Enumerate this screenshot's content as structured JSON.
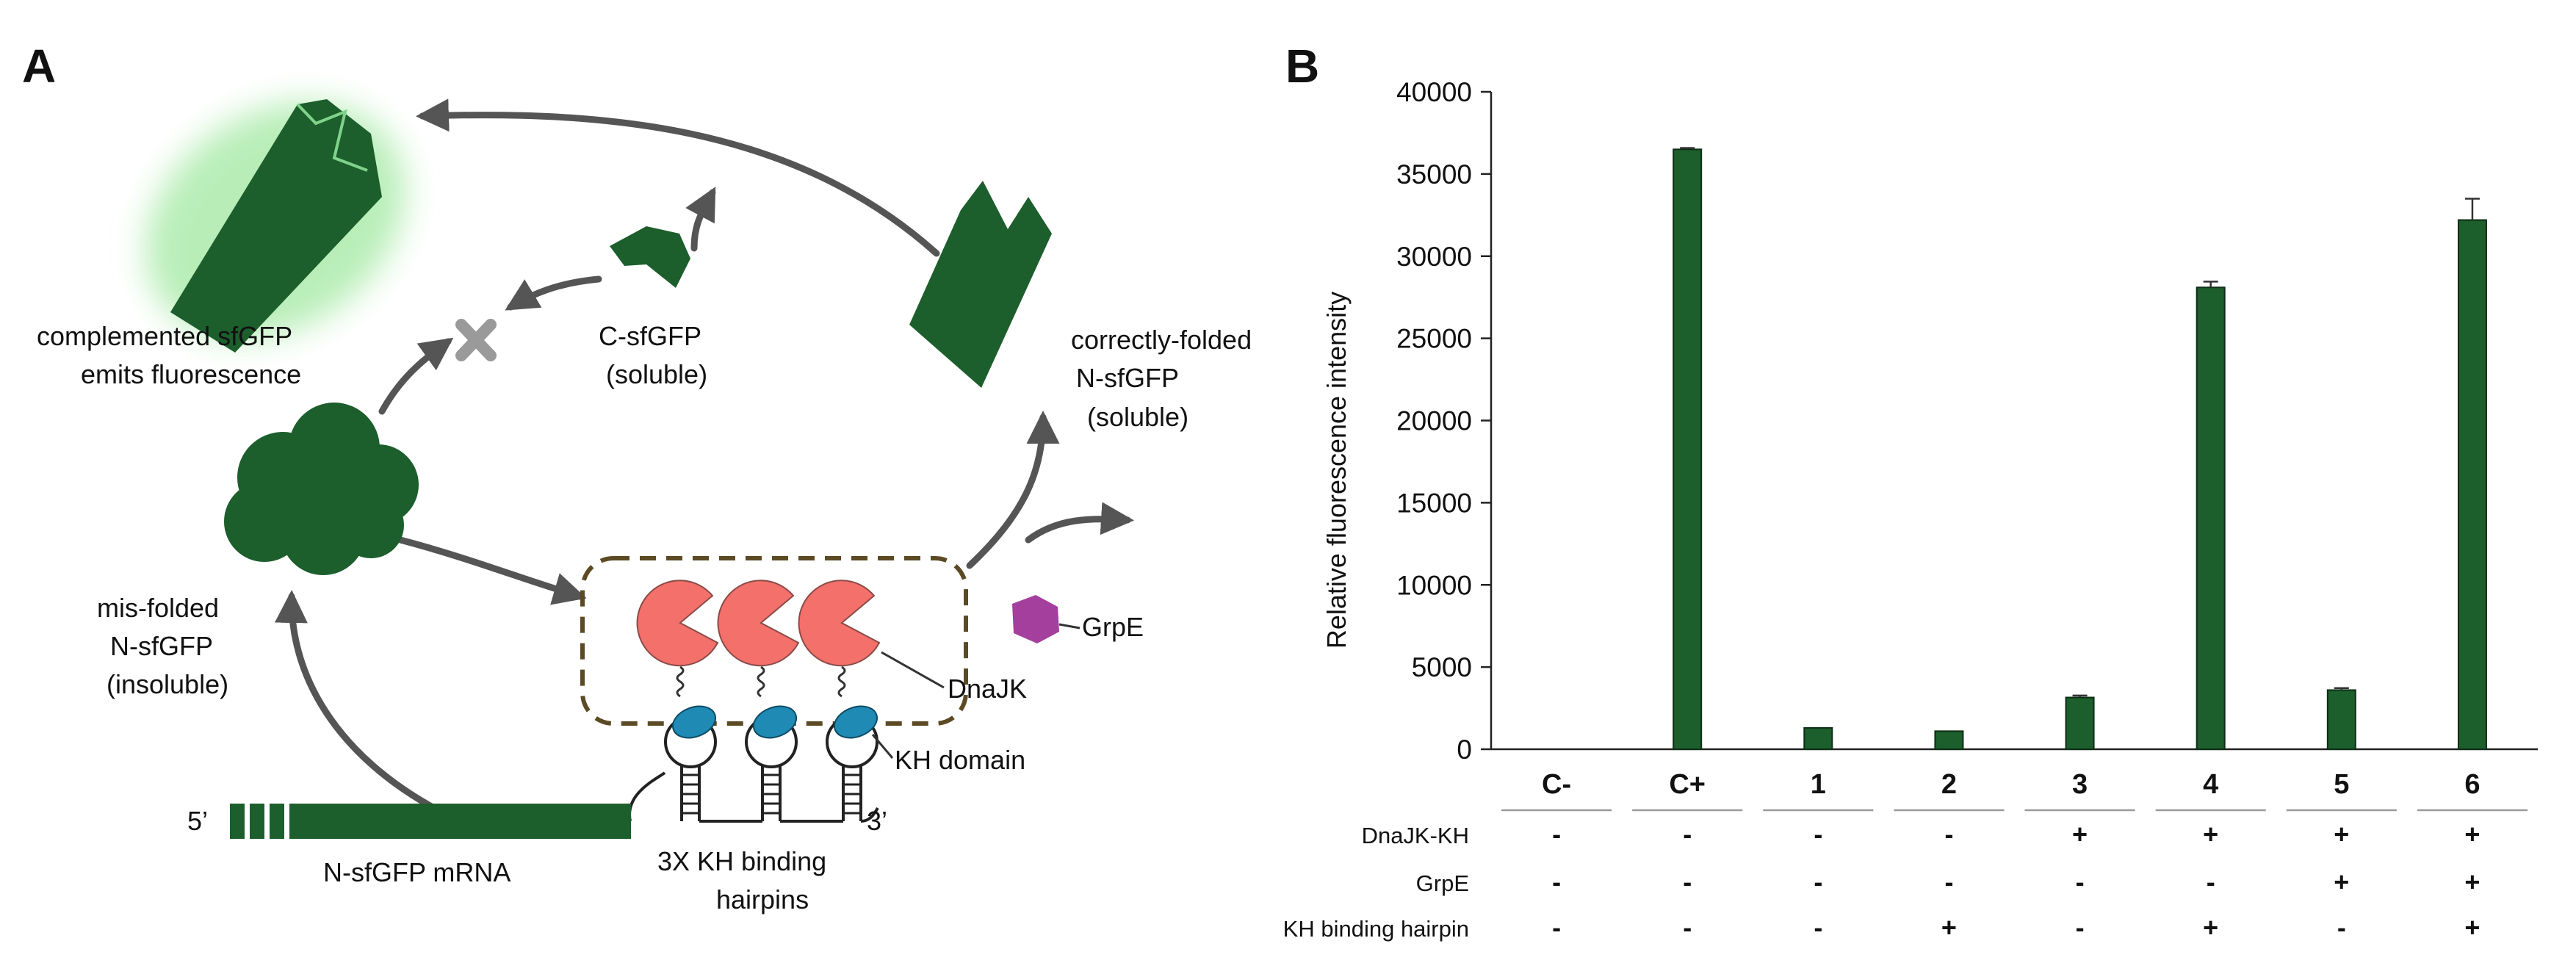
{
  "panel_a": {
    "label": "A",
    "complemented": [
      "complemented sfGFP",
      "emits fluorescence"
    ],
    "c_sfgfp": [
      "C-sfGFP",
      "(soluble)"
    ],
    "correct": [
      "correctly-folded",
      "N-sfGFP",
      "(soluble)"
    ],
    "misfolded": [
      "mis-folded",
      "N-sfGFP",
      "(insoluble)"
    ],
    "grpe": "GrpE",
    "dnajk": "DnaJK",
    "kh_domain": "KH domain",
    "five_prime": "5’",
    "three_prime": "3’",
    "mrna": "N-sfGFP mRNA",
    "hairpins": [
      "3X KH binding",
      "hairpins"
    ],
    "colors": {
      "gfp": "#1c5e2c",
      "dnajk": "#f4706a",
      "grpe": "#a43f9e",
      "kh": "#1f8bb5",
      "arrow": "#555555",
      "x_mark": "#9a9a9a",
      "glow": "#7fe07f"
    }
  },
  "panel_b": {
    "label": "B",
    "chart_data": {
      "type": "bar",
      "categories": [
        "C-",
        "C+",
        "1",
        "2",
        "3",
        "4",
        "5",
        "6"
      ],
      "values": [
        0,
        36500,
        1300,
        1100,
        3150,
        28100,
        3600,
        32200
      ],
      "errors": [
        0,
        80,
        0,
        0,
        120,
        350,
        120,
        1300
      ],
      "ylabel": "Relative fluorescence intensity",
      "xlabel": "",
      "ylim": [
        0,
        40000
      ],
      "yticks": [
        0,
        5000,
        10000,
        15000,
        20000,
        25000,
        30000,
        35000,
        40000
      ],
      "bar_color": "#1c5e2c",
      "grid": false,
      "conditions": [
        {
          "name": "DnaJK-KH",
          "signs": [
            "-",
            "-",
            "-",
            "-",
            "+",
            "+",
            "+",
            "+"
          ]
        },
        {
          "name": "GrpE",
          "signs": [
            "-",
            "-",
            "-",
            "-",
            "-",
            "-",
            "+",
            "+"
          ]
        },
        {
          "name": "KH binding hairpin",
          "signs": [
            "-",
            "-",
            "-",
            "+",
            "-",
            "+",
            "-",
            "+"
          ]
        }
      ]
    }
  }
}
